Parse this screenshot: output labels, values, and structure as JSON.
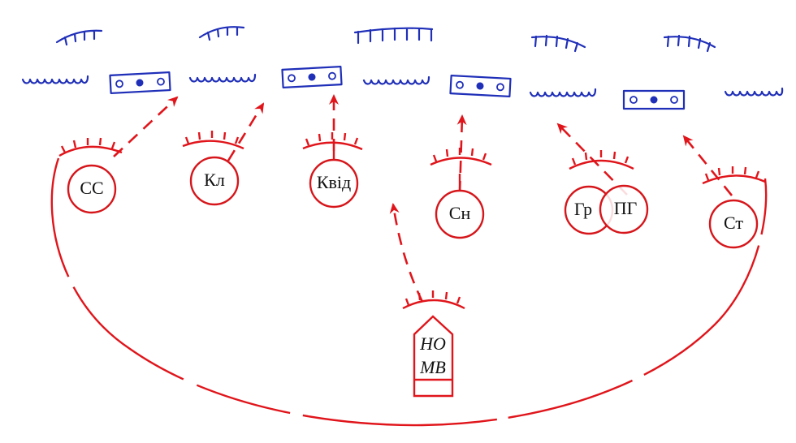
{
  "nodes": {
    "ss": "СС",
    "kl": "Кл",
    "kvid": "Квід",
    "sn": "Сн",
    "gr": "Гр",
    "pg": "ПГ",
    "st": "Ст",
    "hq_line1": "НО",
    "hq_line2": "МВ"
  },
  "colors": {
    "own_forces": "#e0151b",
    "adversary": "#1f2fb8"
  },
  "icons": {
    "adversary_position": "blue-coil-line",
    "adversary_post": "blue-rectangle-with-three-dots",
    "observation_arc": "arc-with-ticks",
    "advance_arrow": "dashed-red-arrow"
  }
}
